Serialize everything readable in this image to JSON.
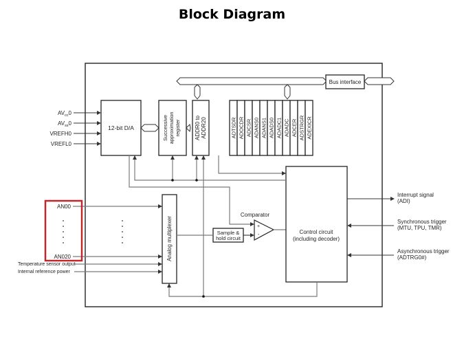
{
  "title": "Block Diagram",
  "blocks": {
    "da": "12-bit D/A",
    "sar": [
      "Successive",
      "approximation",
      "register"
    ],
    "addr": [
      "ADDR0 to",
      "ADDR20"
    ],
    "registers": [
      "ADTSDR",
      "ADOCDR",
      "ADCSR",
      "ADANS0",
      "ADANS1",
      "ADADS0",
      "ADADC1",
      "ADADC",
      "ADCER",
      "ADSTRGR",
      "ADEXICR"
    ],
    "bus_interface": "Bus interface",
    "mux": "Analog multiplexer",
    "sample_hold": [
      "Sample &",
      "hold circuit"
    ],
    "comparator": "Comparator",
    "comparator_plus": "+",
    "comparator_minus": "-",
    "control": [
      "Control circuit",
      "(including decoder)"
    ]
  },
  "inputs": {
    "avcc": {
      "base": "AV",
      "sub": "cc",
      "suffix": "0"
    },
    "avss": {
      "base": "AV",
      "sub": "ss",
      "suffix": "0"
    },
    "vrefh": "VREFH0",
    "vrefl": "VREFL0",
    "an_first": "AN00",
    "an_last": "AN020",
    "temp": "Temperature sensor output",
    "internal_ref": "Internal reference power"
  },
  "outputs": {
    "interrupt": [
      "Interrupt signal",
      "(ADI)"
    ],
    "sync_trigger": [
      "Synchronous trigger",
      "(MTU, TPU, TMR)"
    ],
    "async_trigger": [
      "Asynchronous trigger",
      "(ADTRG0#)"
    ]
  },
  "highlight_color": "#c0272d"
}
